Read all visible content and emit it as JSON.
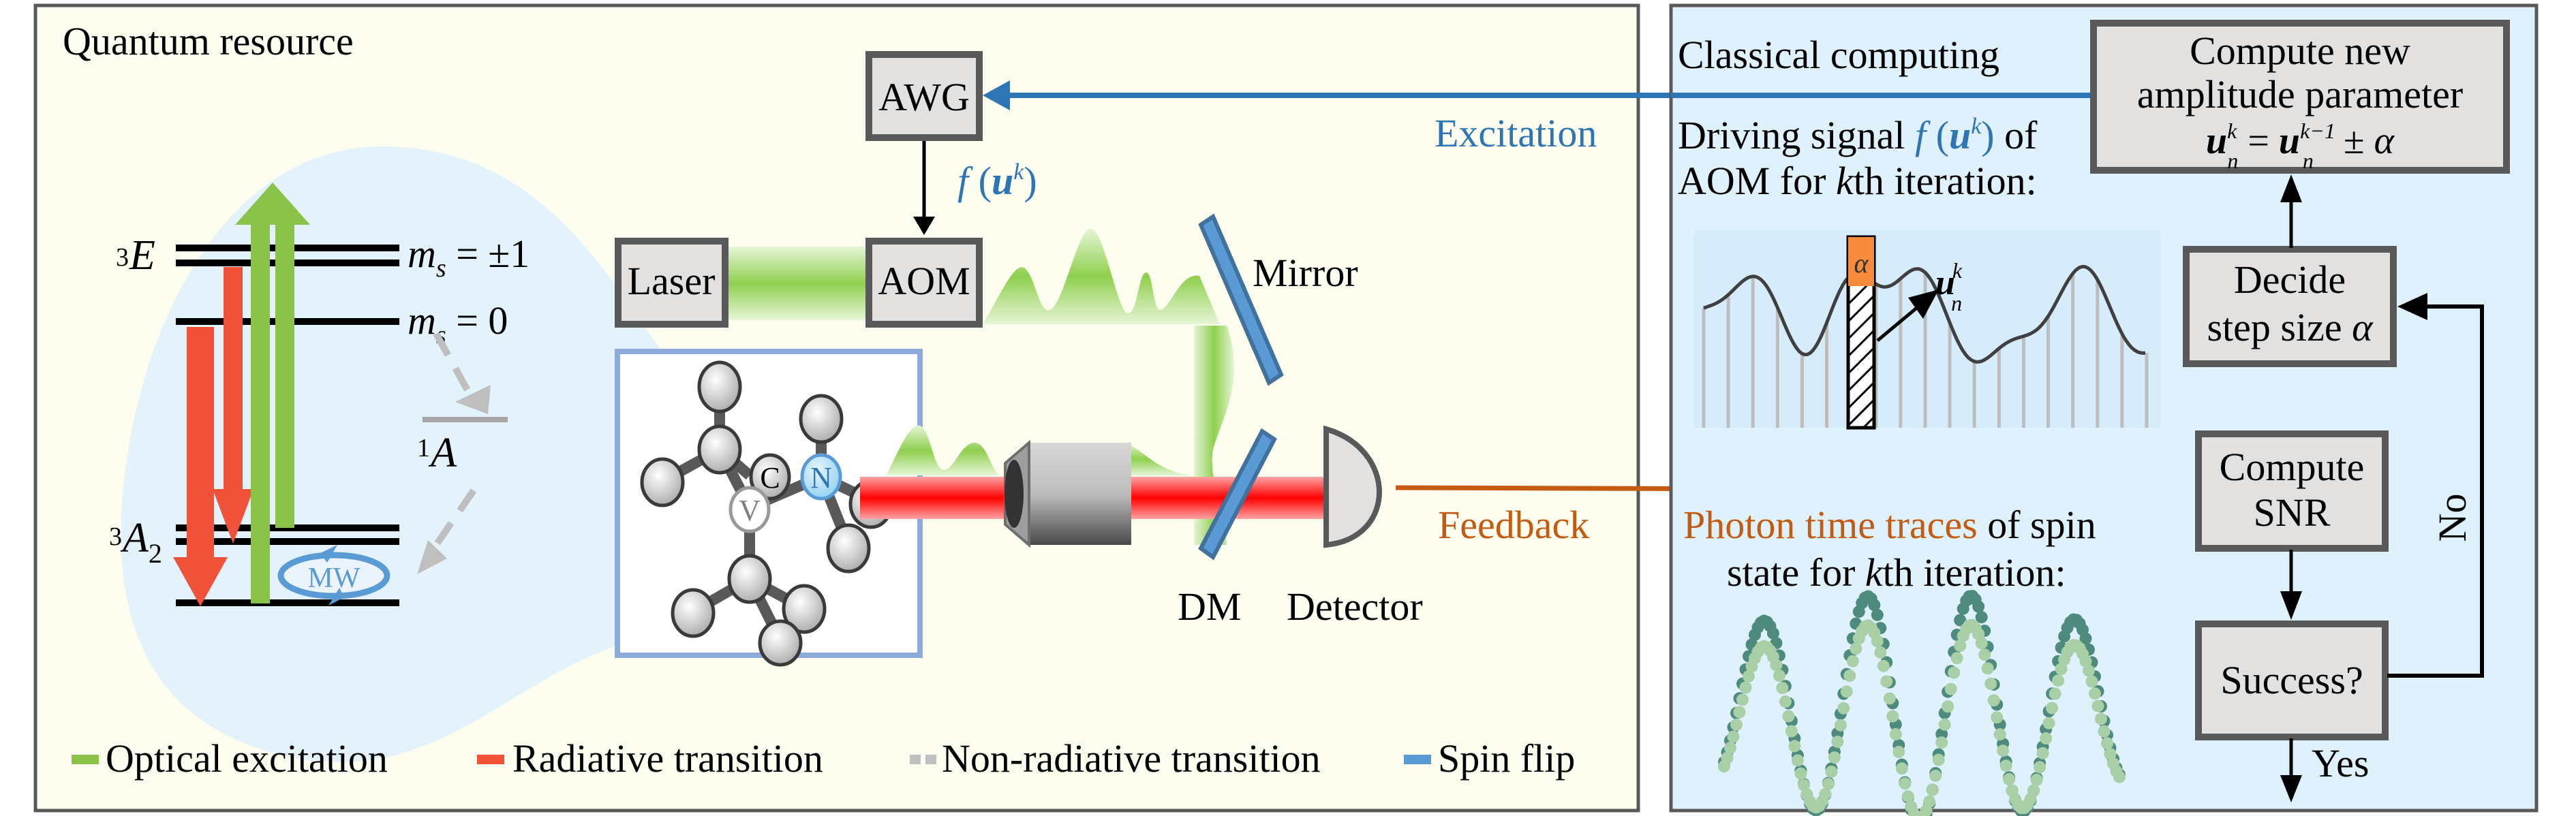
{
  "quantum_panel": {
    "title": "Quantum resource",
    "energy_levels": {
      "excited_state": "3E",
      "excited_sup": "3",
      "excited_base": "E",
      "ground_state": "3A2",
      "ground_sup": "3",
      "ground_base": "A",
      "ground_sub": "2",
      "singlet_state": "1A",
      "singlet_sup": "1",
      "singlet_base": "A",
      "ms_pm1": "m",
      "ms_pm1_sub": "s",
      "ms_pm1_value": " = ±1",
      "ms_0": "m",
      "ms_0_sub": "s",
      "ms_0_value": " = 0",
      "mw_label": "MW"
    },
    "devices": {
      "awg": "AWG",
      "laser": "Laser",
      "aom": "AOM",
      "mirror": "Mirror",
      "dm": "DM",
      "detector": "Detector"
    },
    "signal_label": {
      "f": "f",
      "open": " (",
      "u": "u",
      "k": "k",
      "close": ")"
    },
    "atoms": {
      "carbon": "C",
      "nitrogen": "N",
      "vacancy": "V"
    },
    "excitation_label": "Excitation",
    "feedback_label": "Feedback",
    "legend": [
      {
        "label": "Optical excitation",
        "color": "#8bc34a"
      },
      {
        "label": "Radiative transition",
        "color": "#f0533a"
      },
      {
        "label": "Non-radiative transition",
        "color": "#bfbfbf"
      },
      {
        "label": "Spin flip",
        "color": "#5b9bd5"
      }
    ]
  },
  "classical_panel": {
    "title": "Classical computing",
    "driving_signal_line1_a": "Driving signal ",
    "driving_signal_line1_b": " of",
    "driving_signal_line2_a": "AOM for ",
    "driving_signal_line2_k": "k",
    "driving_signal_line2_b": "th iteration:",
    "waveform_alpha": "α",
    "waveform_u": "u",
    "waveform_u_sup": "k",
    "waveform_u_sub": "n",
    "photon_line1_orange": "Photon time traces",
    "photon_line1_rest": " of spin",
    "photon_line2_a": "state for ",
    "photon_line2_k": "k",
    "photon_line2_b": "th iteration:",
    "boxes": {
      "compute_new_l1": "Compute new",
      "compute_new_l2": "amplitude parameter",
      "formula_u": "u",
      "formula_k": "k",
      "formula_n": "n",
      "formula_eq": " = ",
      "formula_km1": "k−1",
      "formula_pm": " ± ",
      "formula_alpha": "α",
      "decide_l1": "Decide",
      "decide_l2": "step size ",
      "decide_alpha": "α",
      "snr_l1": "Compute",
      "snr_l2": "SNR",
      "success": "Success?"
    },
    "no_label": "No",
    "yes_label": "Yes"
  },
  "colors": {
    "excitation_arrow": "#2e75b6",
    "feedback_arrow": "#c55a11",
    "green_beam": "#8bc34a",
    "red_beam": "#ff0000",
    "mirror": "#5b9bd5",
    "alpha_fill": "#f68b3c",
    "trace_dark": "#4f8a7f",
    "trace_light": "#a9cfa7"
  }
}
